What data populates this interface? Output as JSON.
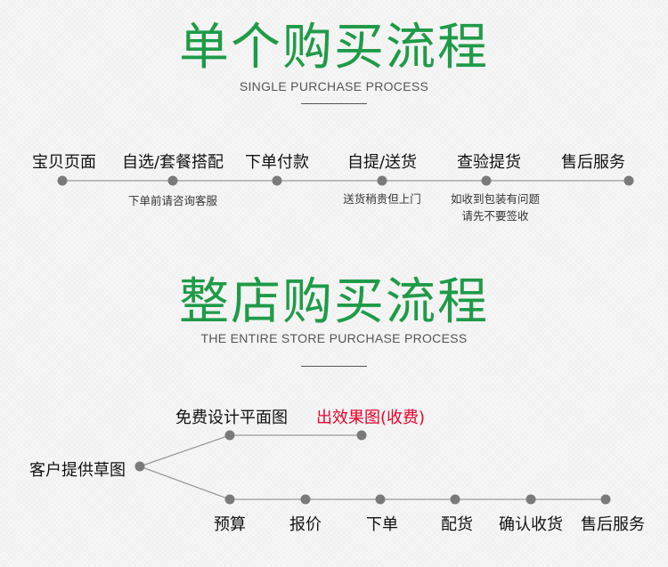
{
  "single": {
    "title": "单个购买流程",
    "subtitle": "SINGLE PURCHASE PROCESS",
    "steps": [
      "宝贝页面",
      "自选/套餐搭配",
      "下单付款",
      "自提/送货",
      "查验提货",
      "售后服务"
    ],
    "notes": [
      "下单前请咨询客服",
      "送货稍贵但上门",
      "如收到包装有问题",
      "请先不要签收"
    ]
  },
  "store": {
    "title": "整店购买流程",
    "subtitle": "THE ENTIRE STORE PURCHASE PROCESS",
    "start": "客户提供草图",
    "branch_top": [
      "免费设计平面图",
      "出效果图(收费)"
    ],
    "branch_bottom": [
      "预算",
      "报价",
      "下单",
      "配货",
      "确认收货",
      "售后服务"
    ]
  },
  "colors": {
    "title_green": "#1f9b48",
    "highlight_red": "#e8002a",
    "line_gray": "#888888",
    "dot_gray": "#7a7a7a"
  }
}
